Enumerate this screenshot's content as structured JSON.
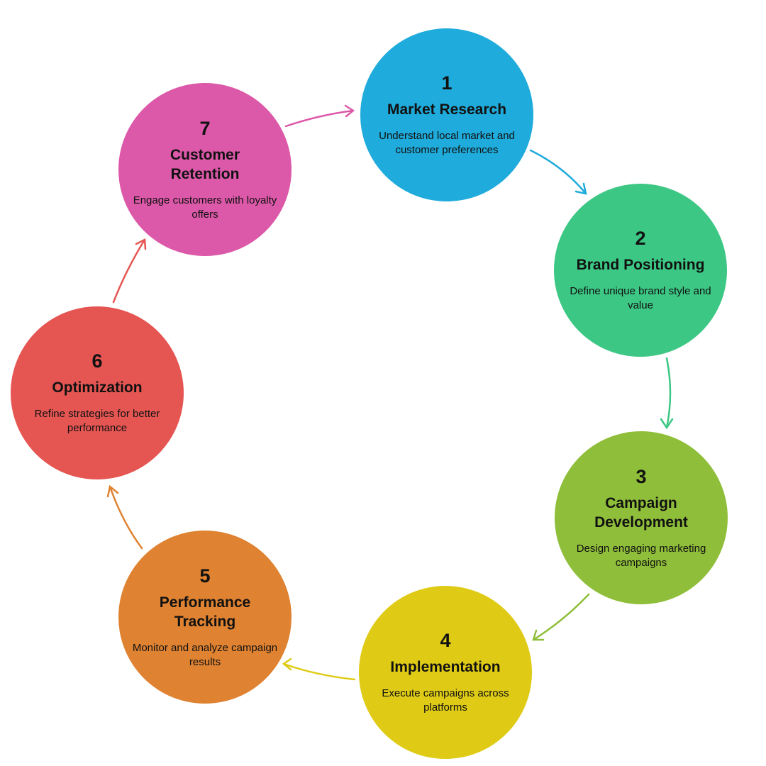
{
  "steps": [
    {
      "number": "1",
      "title": "Market Research",
      "description": "Understand local market and customer preferences",
      "color": "#1fabdb"
    },
    {
      "number": "2",
      "title": "Brand Positioning",
      "description": "Define unique brand style and value",
      "color": "#3cc784"
    },
    {
      "number": "3",
      "title": "Campaign Development",
      "description": "Design engaging marketing campaigns",
      "color": "#8fbe3a"
    },
    {
      "number": "4",
      "title": "Implementation",
      "description": "Execute campaigns across platforms",
      "color": "#dfcb16"
    },
    {
      "number": "5",
      "title": "Performance Tracking",
      "description": "Monitor and analyze campaign results",
      "color": "#df8231"
    },
    {
      "number": "6",
      "title": "Optimization",
      "description": "Refine strategies for better performance",
      "color": "#e55653"
    },
    {
      "number": "7",
      "title": "Customer Retention",
      "description": "Engage customers with loyalty offers",
      "color": "#dc58a8"
    }
  ]
}
